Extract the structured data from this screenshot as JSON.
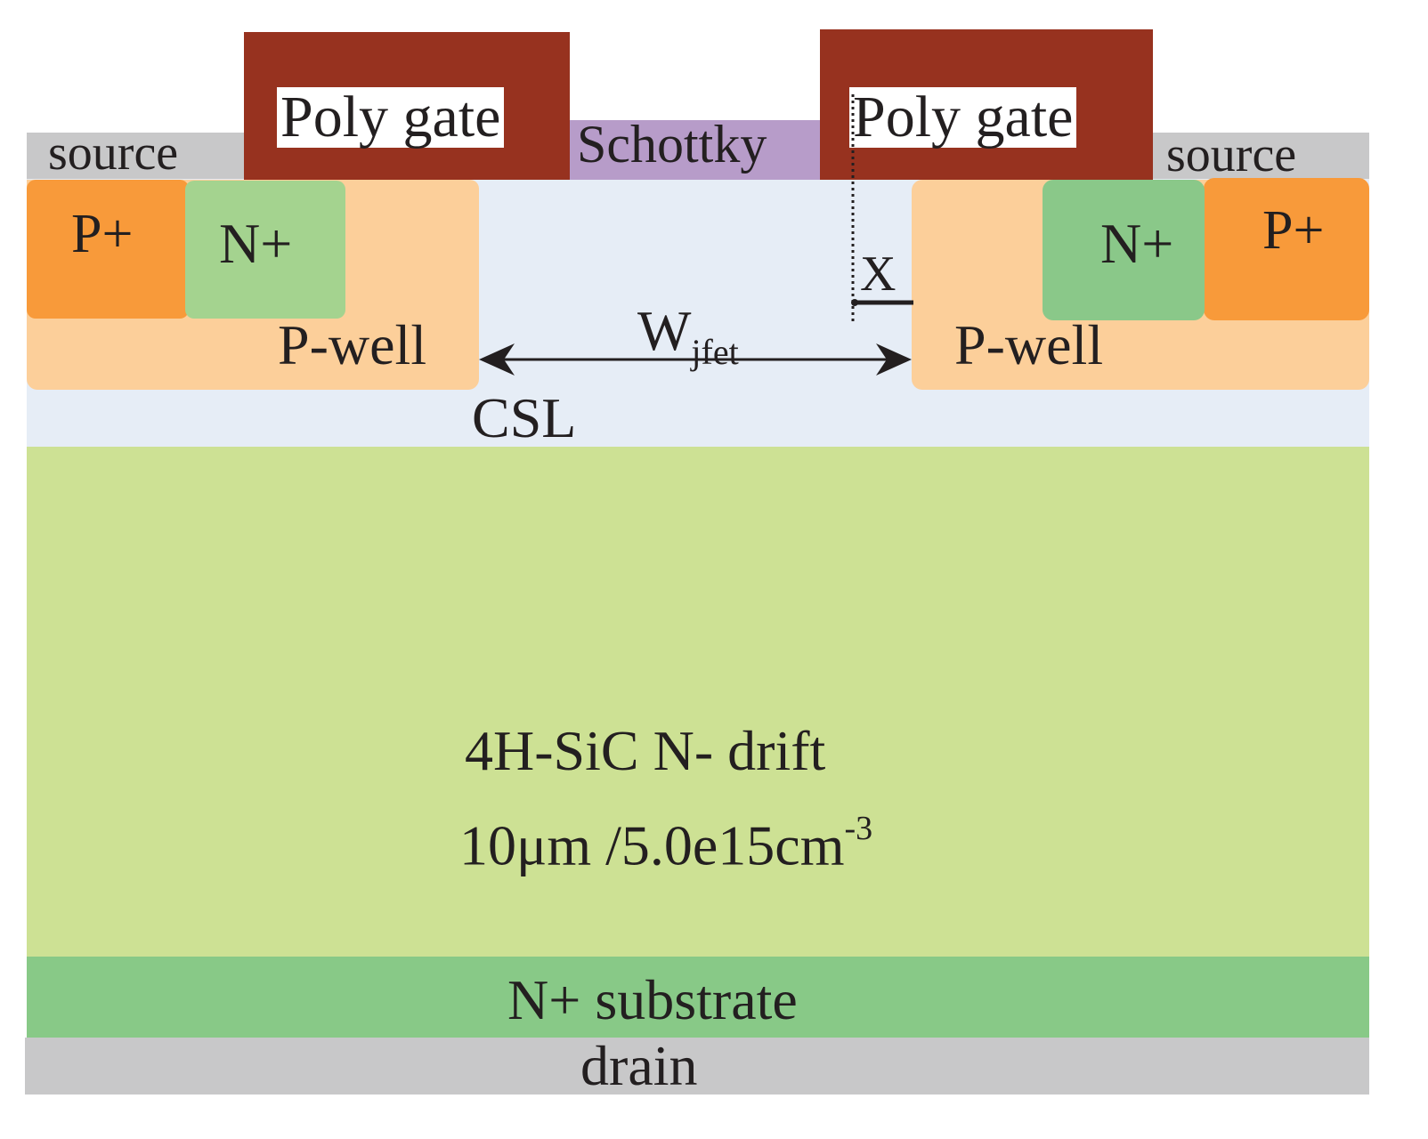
{
  "colors": {
    "source_metal": "#c8c8c9",
    "poly_gate": "#97321f",
    "schottky": "#b79cc9",
    "csl": "#e6edf6",
    "p_well": "#fccf9a",
    "p_plus": "#f89a3a",
    "n_plus": "#a4d38f",
    "n_drift": "#cde194",
    "n_substrate": "#88c987",
    "drain_metal": "#c8c8c9"
  },
  "labels": {
    "source_left": "source",
    "source_right": "source",
    "poly_gate_left": "Poly gate",
    "poly_gate_right": "Poly gate",
    "schottky": "Schottky",
    "p_plus_left": "P+",
    "p_plus_right": "P+",
    "n_plus_left": "N+",
    "n_plus_right": "N+",
    "p_well_left": "P-well",
    "p_well_right": "P-well",
    "x_marker": "X",
    "wjfet_main": "W",
    "wjfet_sub": "jfet",
    "csl": "CSL",
    "drift_line1": "4H-SiC N- drift",
    "drift_line2_main": "10μm /5.0e15cm",
    "drift_line2_sup": "-3",
    "substrate": "N+ substrate",
    "drain": "drain"
  }
}
